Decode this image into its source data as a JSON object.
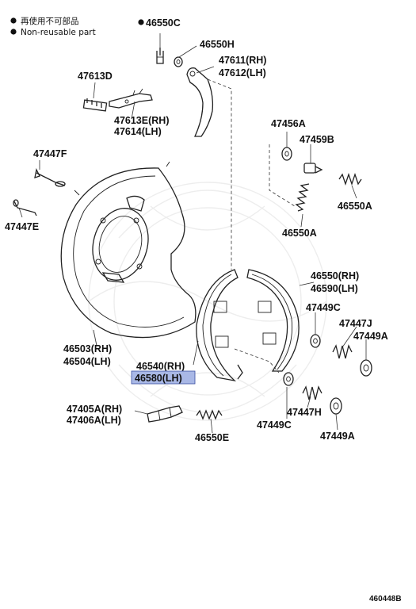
{
  "legend": {
    "items": [
      {
        "marker": "●",
        "text": "再使用不可部品"
      },
      {
        "marker": "●",
        "text": "Non-reusable part"
      }
    ]
  },
  "labels": {
    "p46550C": "46550C",
    "p46550H": "46550H",
    "p47611": "47611(RH)",
    "p47612": "47612(LH)",
    "p47613D": "47613D",
    "p47613E": "47613E(RH)",
    "p47614": "47614(LH)",
    "p47447F": "47447F",
    "p47447E": "47447E",
    "p47456A": "47456A",
    "p47459B": "47459B",
    "p46550A_1": "46550A",
    "p46550A_2": "46550A",
    "p46550RH": "46550(RH)",
    "p46590LH": "46590(LH)",
    "p47449C_1": "47449C",
    "p47447J": "47447J",
    "p47449A_1": "47449A",
    "p46503": "46503(RH)",
    "p46504": "46504(LH)",
    "p46540": "46540(RH)",
    "p46580": "46580(LH)",
    "p47405A": "47405A(RH)",
    "p47406A": "47406A(LH)",
    "p46550E": "46550E",
    "p47447H": "47447H",
    "p47449C_2": "47449C",
    "p47449A_2": "47449A"
  },
  "non_reusable_parts": [
    "46550C"
  ],
  "highlighted_part": "46580(LH)",
  "highlight_color": "#a9b8e6",
  "figure_ref": "460448B"
}
